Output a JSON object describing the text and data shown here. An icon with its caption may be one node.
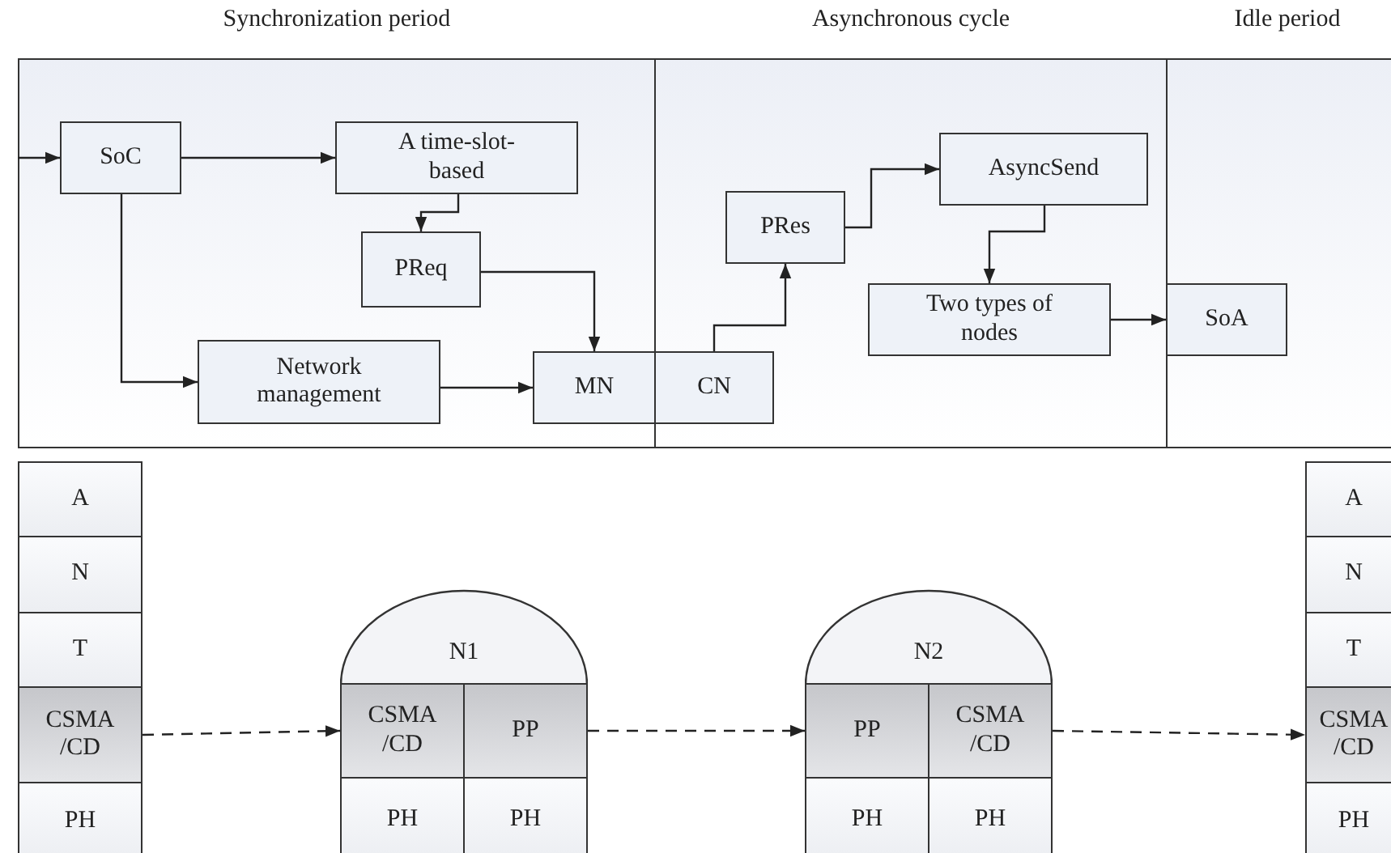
{
  "diagram": {
    "nodes": [
      {
        "text": [
          "Synchronization period"
        ]
      },
      {
        "text": [
          "SoC"
        ],
        "in": 0
      },
      {
        "text": [
          "A time-slot-based"
        ],
        "in": 0
      },
      {
        "text": [
          "PReq"
        ],
        "in": 0
      },
      {
        "text": [
          "Network management"
        ],
        "in": 0
      },
      {
        "text": [
          "MN"
        ],
        "in": 0
      },
      {
        "text": [
          "Asynchronous cycle"
        ]
      },
      {
        "text": [
          "CN"
        ],
        "in": 6
      },
      {
        "text": [
          "PRes"
        ],
        "in": 6
      },
      {
        "text": [
          "AsyncSend"
        ],
        "in": 6
      },
      {
        "text": [
          "Two types of nodes"
        ],
        "in": 6
      },
      {
        "text": [
          "Idle period"
        ]
      },
      {
        "text": [
          "SoA"
        ],
        "in": 11
      },
      {
        "text": [
          "A"
        ]
      },
      {
        "text": [
          "N"
        ]
      },
      {
        "text": [
          "T"
        ]
      },
      {
        "text": [
          "CSMA /CD"
        ]
      },
      {
        "text": [
          "PH"
        ]
      },
      {
        "text": [
          "N1"
        ]
      },
      {
        "text": [
          "CSMA /CD"
        ]
      },
      {
        "text": [
          "PP"
        ]
      },
      {
        "text": [
          "PH"
        ]
      },
      {
        "text": [
          "PH"
        ]
      },
      {
        "text": [
          "N2"
        ]
      },
      {
        "text": [
          "PP"
        ]
      },
      {
        "text": [
          "CSMA /CD"
        ]
      },
      {
        "text": [
          "PH"
        ]
      },
      {
        "text": [
          "PH"
        ]
      },
      {
        "text": [
          "A"
        ]
      },
      {
        "text": [
          "N"
        ]
      },
      {
        "text": [
          "T"
        ]
      },
      {
        "text": [
          "CSMA /CD"
        ]
      },
      {
        "text": [
          "PH"
        ]
      }
    ],
    "edges": [
      {
        "from": null,
        "to": 1,
        "arrow": "to"
      },
      {
        "from": 1,
        "to": 2,
        "arrow": "to"
      },
      {
        "from": 1,
        "to": 4,
        "arrow": "to"
      },
      {
        "from": 2,
        "to": 3,
        "arrow": "to"
      },
      {
        "from": 3,
        "to": 5,
        "arrow": "to"
      },
      {
        "from": 4,
        "to": 5,
        "arrow": "to"
      },
      {
        "from": 7,
        "to": 8,
        "arrow": "to"
      },
      {
        "from": 8,
        "to": 9,
        "arrow": "to"
      },
      {
        "from": 9,
        "to": 10,
        "arrow": "to"
      },
      {
        "from": 10,
        "to": 12,
        "arrow": "to"
      },
      {
        "from": 16,
        "to": 19,
        "arrow": "to",
        "style": "dashed"
      },
      {
        "from": 20,
        "to": 24,
        "arrow": "to",
        "style": "dashed"
      },
      {
        "from": 25,
        "to": 31,
        "arrow": "to",
        "style": "dashed"
      }
    ]
  }
}
